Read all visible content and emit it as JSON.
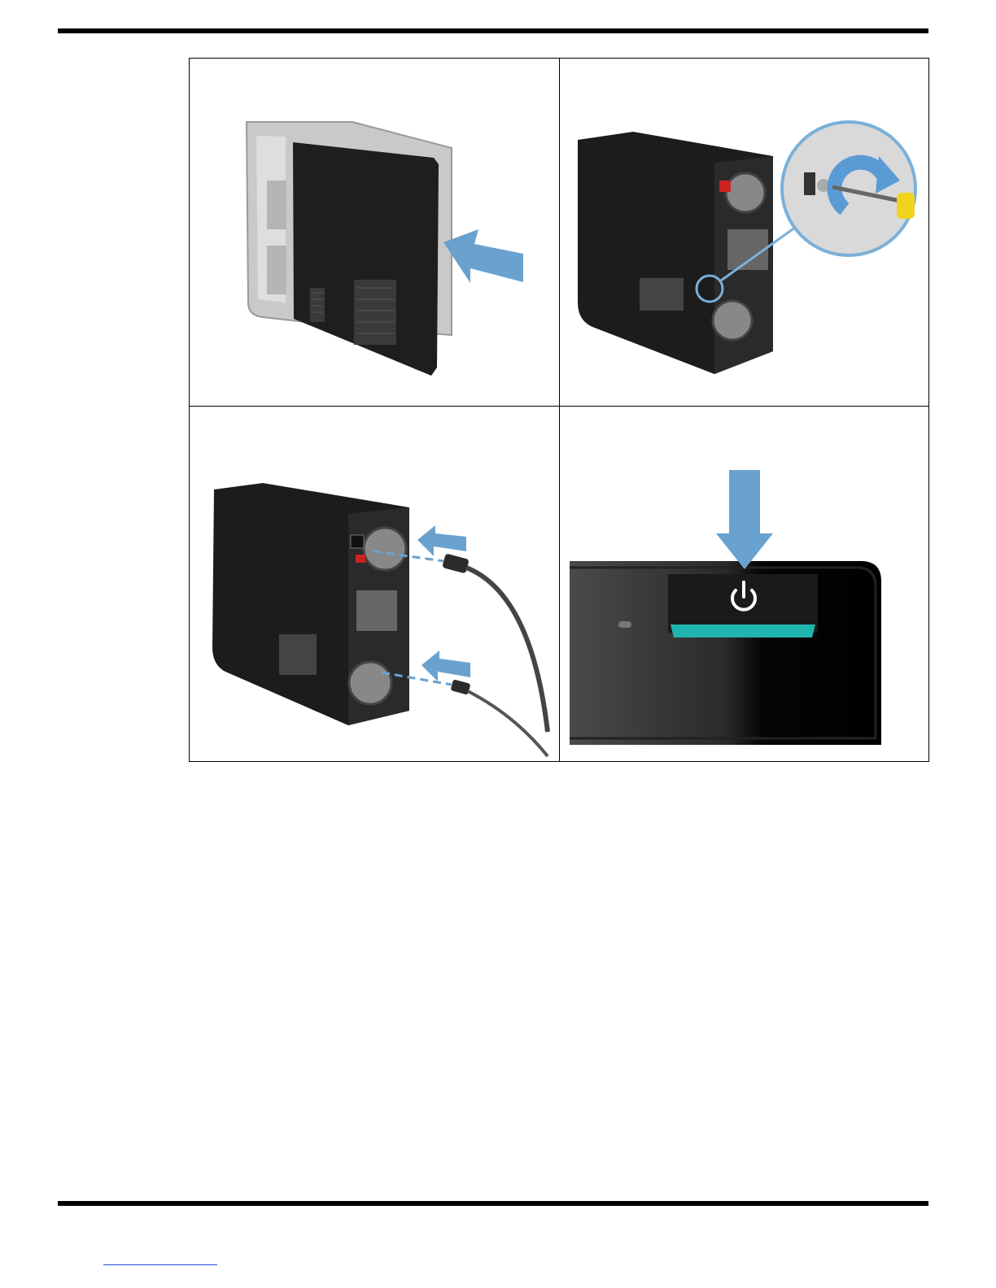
{
  "figures": [
    {
      "id": "install-side-panel",
      "icon": "computer-side-panel-slide-on",
      "accent": "#5b9bd5"
    },
    {
      "id": "tighten-thumbscrew",
      "icon": "thumbscrew-clockwise-screwdriver",
      "accent": "#5b9bd5"
    },
    {
      "id": "connect-cables",
      "icon": "power-and-network-cables",
      "accent": "#5b9bd5"
    },
    {
      "id": "press-power-button",
      "icon": "power-button",
      "accent": "#1fb5ae"
    }
  ],
  "colors": {
    "arrow": "#6aa2cf",
    "chassis": "#1c1c1c",
    "power_led": "#20b5ae",
    "screwdriver": "#f2d31b"
  }
}
